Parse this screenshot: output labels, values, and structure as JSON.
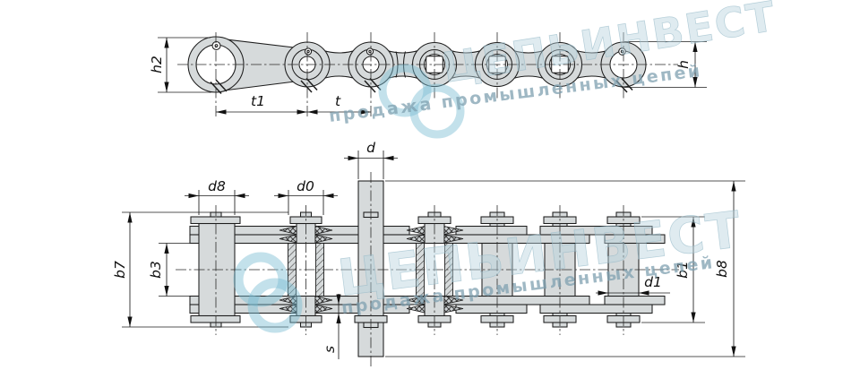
{
  "watermark": {
    "brand": "ЦЕПЬИНВЕСТ",
    "tagline": "продажа промышленных цепей"
  },
  "top_view": {
    "dims": {
      "h2": "h2",
      "t1": "t1",
      "t": "t",
      "h": "h"
    }
  },
  "bottom_view": {
    "dims": {
      "d": "d",
      "d8": "d8",
      "d0": "d0",
      "b7": "b7",
      "b3": "b3",
      "b1": "b1",
      "b8": "b8",
      "d1": "d1",
      "s": "s"
    }
  }
}
